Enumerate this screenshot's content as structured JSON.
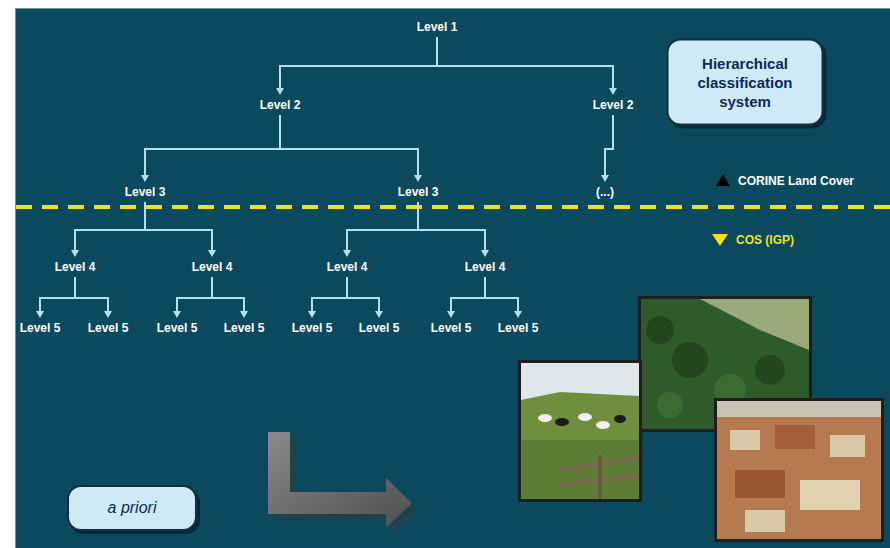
{
  "diagram": {
    "nodes": [
      {
        "text": [
          "Level 1"
        ]
      },
      {
        "text": [
          "Hierarchical classification system"
        ]
      },
      {
        "text": [
          "Level 2"
        ]
      },
      {
        "text": [
          "Level 2"
        ]
      },
      {
        "text": [
          "Level 3"
        ]
      },
      {
        "text": [
          "Level 3"
        ]
      },
      {
        "text": [
          "(...)"
        ]
      },
      {
        "text": [
          "Level 4"
        ]
      },
      {
        "text": [
          "Level 4"
        ]
      },
      {
        "text": [
          "Level 4"
        ]
      },
      {
        "text": [
          "Level 4"
        ]
      },
      {
        "text": [
          "Level 5"
        ]
      },
      {
        "text": [
          "Level 5"
        ]
      },
      {
        "text": [
          "Level 5"
        ]
      },
      {
        "text": [
          "Level 5"
        ]
      },
      {
        "text": [
          "Level 5"
        ]
      },
      {
        "text": [
          "Level 5"
        ]
      },
      {
        "text": [
          "Level 5"
        ]
      },
      {
        "text": [
          "Level 5"
        ]
      },
      {
        "text": [
          "a priori"
        ]
      }
    ],
    "edges": [
      {
        "from": 0,
        "to": 2,
        "arrow": "to"
      },
      {
        "from": 0,
        "to": 3,
        "arrow": "to"
      },
      {
        "from": 2,
        "to": 4,
        "arrow": "to"
      },
      {
        "from": 2,
        "to": 5,
        "arrow": "to"
      },
      {
        "from": 3,
        "to": 6,
        "arrow": "to"
      },
      {
        "from": 4,
        "to": 7,
        "arrow": "to"
      },
      {
        "from": 4,
        "to": 8,
        "arrow": "to"
      },
      {
        "from": 5,
        "to": 9,
        "arrow": "to"
      },
      {
        "from": 5,
        "to": 10,
        "arrow": "to"
      },
      {
        "from": 7,
        "to": 11,
        "arrow": "to"
      },
      {
        "from": 7,
        "to": 12,
        "arrow": "to"
      },
      {
        "from": 8,
        "to": 13,
        "arrow": "to"
      },
      {
        "from": 8,
        "to": 14,
        "arrow": "to"
      },
      {
        "from": 9,
        "to": 15,
        "arrow": "to"
      },
      {
        "from": 9,
        "to": 16,
        "arrow": "to"
      },
      {
        "from": 10,
        "to": 17,
        "arrow": "to"
      },
      {
        "from": 10,
        "to": 18,
        "arrow": "to"
      }
    ],
    "labels": [
      "CORINE Land Cover",
      "COS (IGP)"
    ]
  }
}
